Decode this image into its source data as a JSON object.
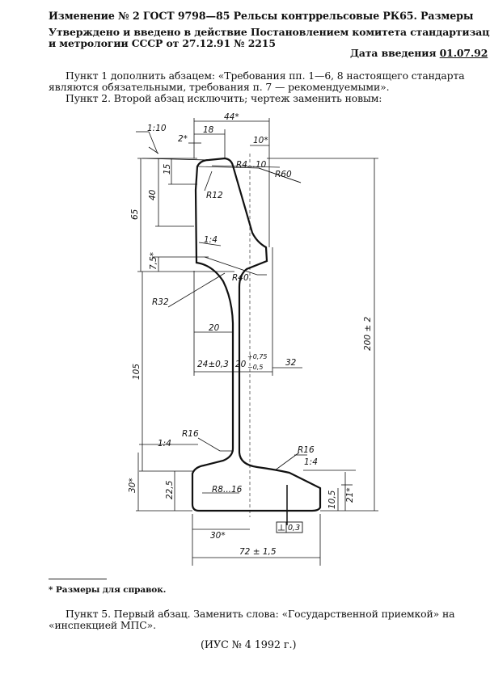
{
  "header": {
    "title": "Изменение № 2 ГОСТ 9798—85 Рельсы контррельсовые РК65. Размеры",
    "approval_line1": "Утверждено и введено в действие Постановлением комитета стандартизации",
    "approval_line2": "и метрологии СССР от 27.12.91 № 2215",
    "effective_label": "Дата введения",
    "effective_date": "01.07.92"
  },
  "body": {
    "p1_line1": "Пункт 1 дополнить абзацем: «Требования пп. 1—6, 8 настоящего стандарта",
    "p1_line2": "являются обязательными, требования п. 7 — рекомендуемыми».",
    "p2": "Пункт 2. Второй абзац исключить; чертеж заменить новым:",
    "footnote": "* Размеры для справок.",
    "p5_line1": "Пункт 5. Первый абзац. Заменить слова: «Государственной приемкой» на",
    "p5_line2": "«инспекцией МПС».",
    "reference": "(ИУС № 4 1992 г.)"
  },
  "drawing": {
    "dims": {
      "d44": "44*",
      "d18": "18",
      "d2": "2*",
      "d10": "10*",
      "slope_top": "1:10",
      "r4_10": "R4...10",
      "r60": "R60",
      "r12": "R12",
      "d15": "15",
      "d40": "40",
      "d65": "65",
      "slope_mid": "1:4",
      "d7_5": "7,5*",
      "r40": "R40",
      "r32": "R32",
      "d20": "20",
      "d24": "24±0,3",
      "d20tol": "20",
      "tol_up": "+0,75",
      "tol_dn": "−0,5",
      "d32": "32",
      "d200": "200 ± 2",
      "d105": "105",
      "r16_left": "R16",
      "slope_left": "1:4",
      "r16_right": "R16",
      "slope_right": "1:4",
      "d30v": "30*",
      "d22_5": "22,5",
      "r8_16": "R8...16",
      "d10_5": "10,5",
      "d21": "21*",
      "d30h": "30*",
      "tolerance_value": "0,3",
      "d72": "72 ± 1,5"
    }
  }
}
